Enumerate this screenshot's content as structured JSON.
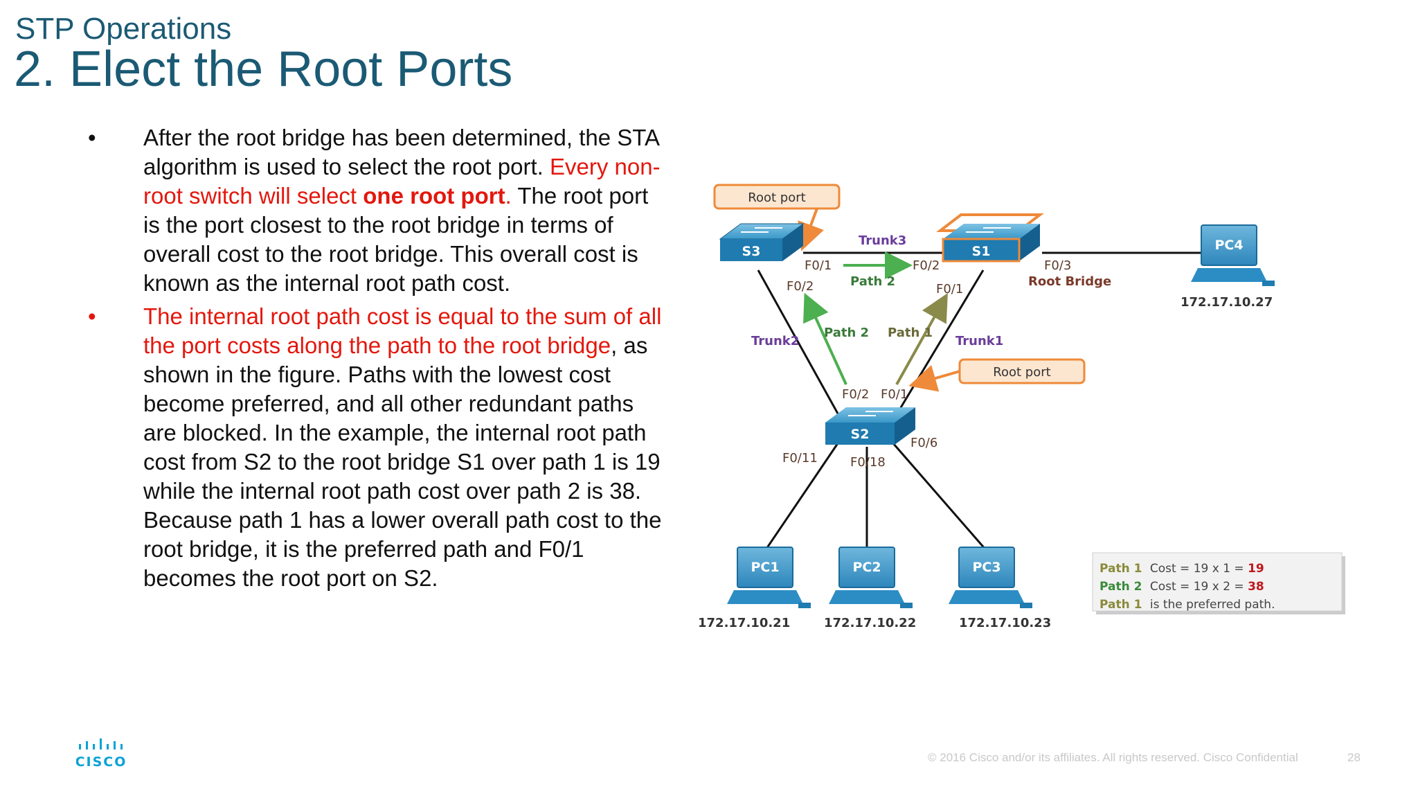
{
  "header": {
    "subtitle": "STP Operations",
    "title": "2. Elect the Root Ports"
  },
  "bullets": [
    {
      "segments": [
        {
          "text": "After the root bridge has been determined, the STA algorithm is used to select the root port. ",
          "style": "normal"
        },
        {
          "text": "Every non-root switch will select ",
          "style": "red"
        },
        {
          "text": "one root port",
          "style": "redb"
        },
        {
          "text": ".",
          "style": "red"
        },
        {
          "text": " The root port is the port closest to the root bridge in terms of overall cost to the root bridge. This overall cost is known as the internal root path cost.",
          "style": "normal"
        }
      ],
      "bullet_red": false
    },
    {
      "segments": [
        {
          "text": "The internal root path cost is equal to the sum of all the port costs along the path to the root bridge",
          "style": "red"
        },
        {
          "text": ", as shown in the figure. Paths with the lowest cost become preferred, and all other redundant paths are blocked. In the example, the internal root path cost from S2 to the root bridge S1 over path 1 is 19 while the internal root path cost over path 2 is 38. Because path 1 has a lower overall path cost to the root bridge, it is the preferred path and F0/1 becomes the root port on S2.",
          "style": "normal"
        }
      ],
      "bullet_red": true
    }
  ],
  "bullet_char": "•",
  "diagram": {
    "switches": {
      "s1": "S1",
      "s2": "S2",
      "s3": "S3"
    },
    "pcs": {
      "pc1": "PC1",
      "pc2": "PC2",
      "pc3": "PC3",
      "pc4": "PC4"
    },
    "ips": {
      "pc1": "172.17.10.21",
      "pc2": "172.17.10.22",
      "pc3": "172.17.10.23",
      "pc4": "172.17.10.27"
    },
    "trunks": {
      "trunk1": "Trunk1",
      "trunk2": "Trunk2",
      "trunk3": "Trunk3"
    },
    "ports": {
      "s3_f01": "F0/1",
      "s3_f02": "F0/2",
      "s1_f02": "F0/2",
      "s1_f01": "F0/1",
      "s1_f03": "F0/3",
      "s2_f02": "F0/2",
      "s2_f01": "F0/1",
      "s2_f06": "F0/6",
      "s2_f011": "F0/11",
      "s2_f018": "F0/18"
    },
    "paths": {
      "top": "Path 2",
      "left": "Path 2",
      "right": "Path 1"
    },
    "root_bridge": "Root Bridge",
    "root_port_labels": {
      "top": "Root port",
      "middle": "Root port"
    },
    "legend": {
      "line1": {
        "path": "Path 1",
        "cost_text": "Cost = 19 x 1 = ",
        "value": "19"
      },
      "line2": {
        "path": "Path 2",
        "cost_text": "Cost = 19 x 2 = ",
        "value": "38"
      },
      "line3": {
        "path": "Path 1",
        "text": "is the preferred path."
      }
    },
    "colors": {
      "switch": "#1f7bb0",
      "callout": "#f0a860",
      "path1": "#8a8a4a",
      "path2": "#4caf50",
      "trunk": "#6a3d9a",
      "port": "#5a3a2a"
    }
  },
  "footer": {
    "text": "© 2016  Cisco and/or its affiliates. All rights reserved.   Cisco Confidential",
    "page": "28"
  },
  "logo": {
    "text": "CISCO"
  }
}
